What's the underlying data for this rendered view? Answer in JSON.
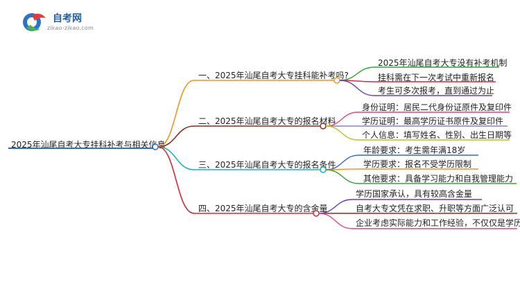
{
  "logo": {
    "title": "自考网",
    "url": "zikao-zikao.com"
  },
  "root": {
    "label": "2025年汕尾自考大专挂科补考与相关信息",
    "color": "#2a6bd6"
  },
  "branches": [
    {
      "label": "一、2025年汕尾自考大专挂科能补考吗?",
      "color": "#f4931f",
      "leaves": [
        {
          "text": "2025年汕尾自考大专没有补考机制",
          "color": "#2aa52a"
        },
        {
          "text": "挂科需在下一次考试中重新报名",
          "color": "#d02a3a"
        },
        {
          "text": "考生可多次报考，直到通过为止",
          "color": "#6a3ab4"
        }
      ]
    },
    {
      "label": "二、2025年汕尾自考大专的报名材料",
      "color": "#8a2d1e",
      "leaves": [
        {
          "text": "身份证明：居民二代身份证原件及复印件",
          "color": "#e0447a"
        },
        {
          "text": "学历证明：最高学历证书原件及复印件",
          "color": "#8c7fd2"
        },
        {
          "text": "个人信息：填写姓名、性别、出生日期等",
          "color": "#b9c21e"
        }
      ]
    },
    {
      "label": "三、2025年汕尾自考大专的报名条件",
      "color": "#14b4c8",
      "leaves": [
        {
          "text": "年龄要求：考生需年满18岁",
          "color": "#2a6bd6"
        },
        {
          "text": "学历要求：报名不受学历限制",
          "color": "#f4931f"
        },
        {
          "text": "其他要求：具备学习能力和自我管理能力",
          "color": "#2aa52a"
        }
      ]
    },
    {
      "label": "四、2025年汕尾自考大专的含金量",
      "color": "#d02a3a",
      "leaves": [
        {
          "text": "学历国家承认，具有较高含金量",
          "color": "#6a3ab4"
        },
        {
          "text": "自考大专文凭在求职、升职等方面广泛认可",
          "color": "#8a2d1e"
        },
        {
          "text": "企业考虑实际能力和工作经验，不仅仅是学历",
          "color": "#e0447a"
        }
      ]
    }
  ]
}
